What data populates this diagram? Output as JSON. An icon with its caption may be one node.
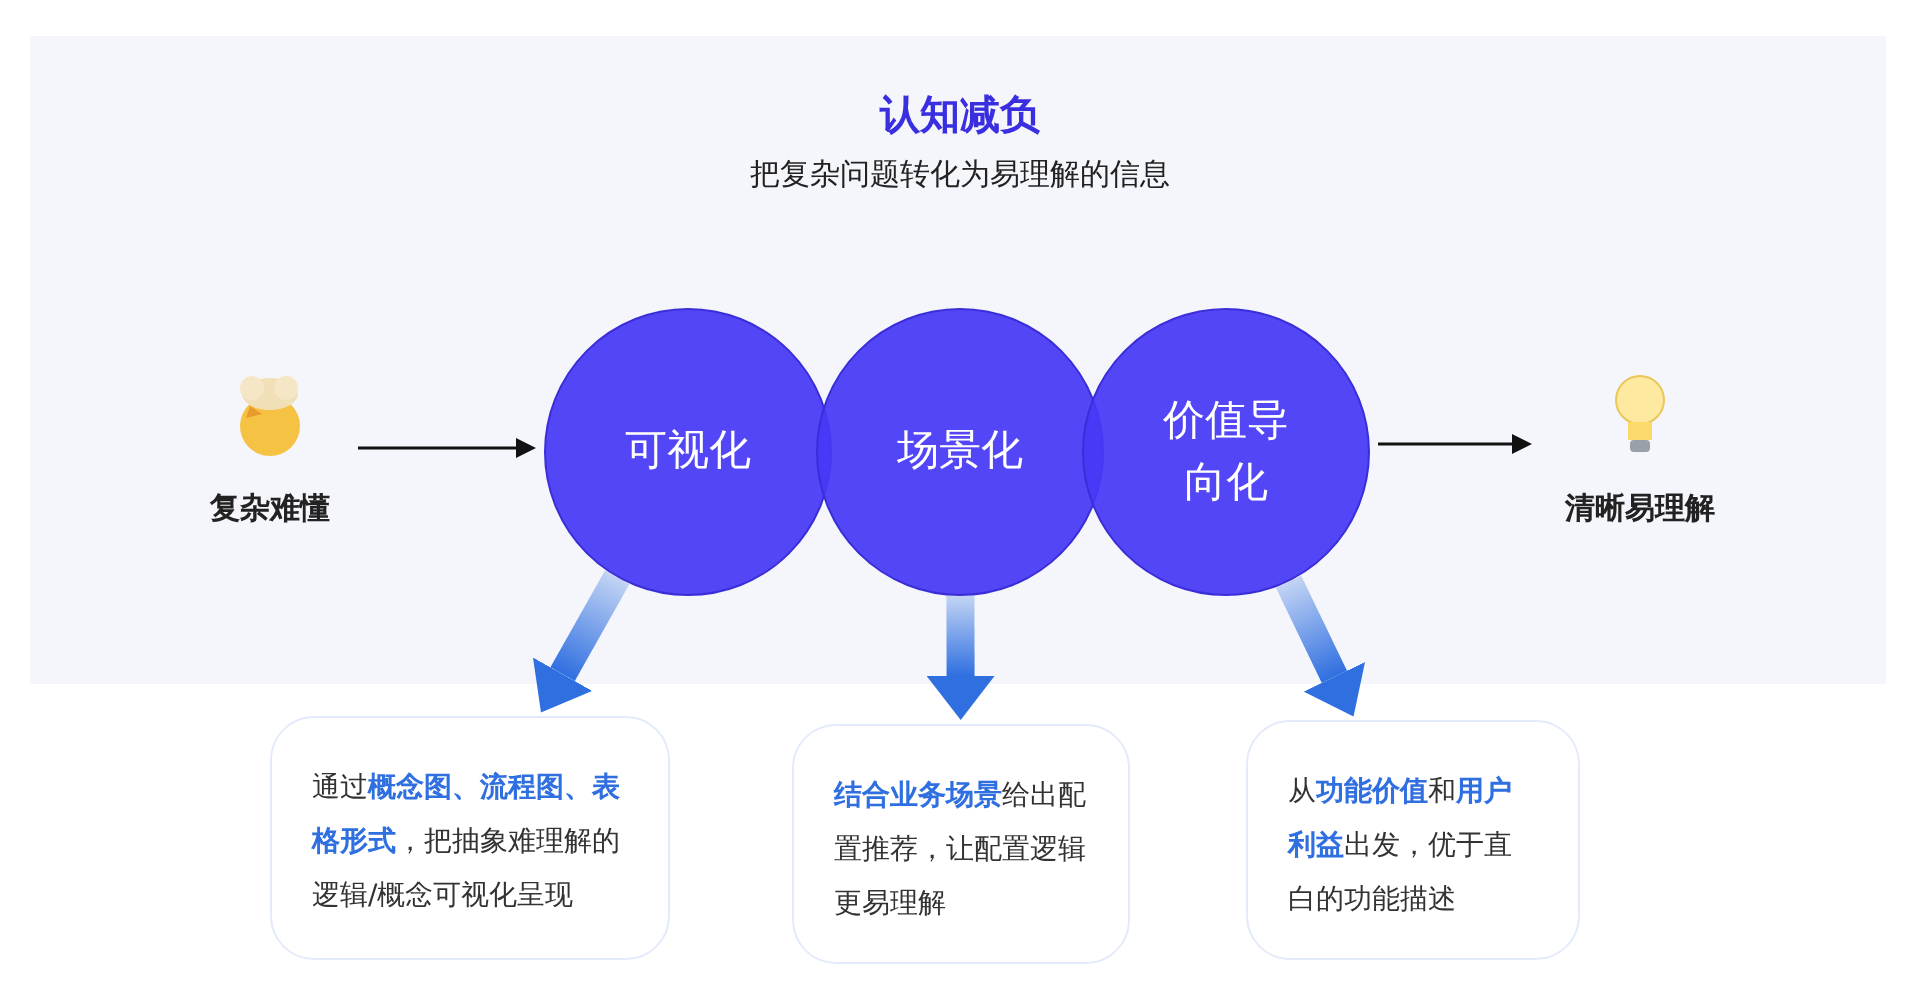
{
  "diagram": {
    "title": "认知减负",
    "nodes": [
      {
        "text": [
          "复杂难懂"
        ]
      },
      {
        "text": [
          "可视化"
        ]
      },
      {
        "text": [
          "场景化"
        ]
      },
      {
        "text": [
          "价值导向化"
        ]
      },
      {
        "text": [
          "清晰易理解"
        ]
      },
      {
        "text": [
          "通过**概念图、流程图、表格形式**，把抽象难理解的逻辑/概念可视化呈现"
        ]
      },
      {
        "text": [
          "**结合业务场景**给出配置推荐，让配置逻辑更易理解"
        ]
      },
      {
        "text": [
          "从**功能价值**和**用户利益**出发，优于直白的功能描述"
        ]
      }
    ],
    "edges": [
      {
        "from": 0,
        "to": 1,
        "arrow": "to"
      },
      {
        "from": 3,
        "to": 4,
        "arrow": "to"
      },
      {
        "from": 1,
        "to": 5,
        "arrow": "to",
        "style": "thick",
        "color": "#2f6fe0"
      },
      {
        "from": 2,
        "to": 6,
        "arrow": "to",
        "style": "thick",
        "color": "#2f6fe0"
      },
      {
        "from": 3,
        "to": 7,
        "arrow": "to",
        "style": "thick",
        "color": "#2f6fe0"
      }
    ],
    "labels": [
      "把复杂问题转化为易理解的信息"
    ]
  }
}
